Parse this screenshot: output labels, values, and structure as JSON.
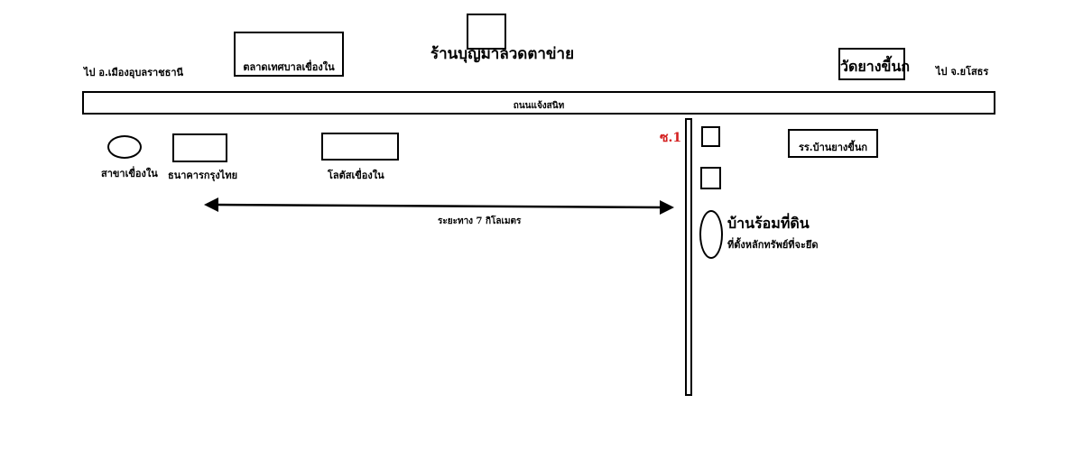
{
  "map": {
    "left_direction": "ไป อ.เมืองอุบลราชธานี",
    "right_direction": "ไป จ.ยโสธร",
    "road_name": "ถนนแจ้งสนิท",
    "market": "ตลาดเทศบาลเขื่องใน",
    "shop": "ร้านบุญมาลวดตาข่าย",
    "temple": "วัดยางขี้นก",
    "branch": "สาขาเขื่องใน",
    "bank": "ธนาคารกรุงไทย",
    "lotus": "โลตัสเขื่องใน",
    "soi": "ซ.1",
    "school": "รร.บ้านยางขี้นก",
    "distance": "ระยะทาง 7 กิโลเมตร",
    "property_name": "บ้านร้อมที่ดิน",
    "property_note": "ที่ตั้งหลักทรัพย์ที่จะยึด",
    "soi_color": "#d42020"
  }
}
